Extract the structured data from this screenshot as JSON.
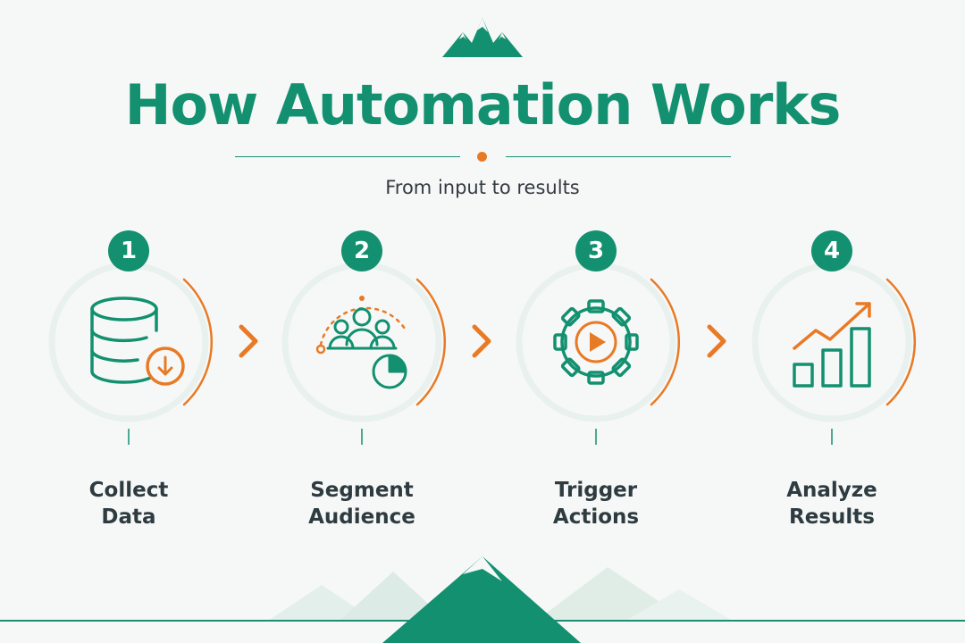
{
  "header": {
    "logo_icon": "mountain-logo-icon",
    "title": "How Automation Works",
    "subtitle": "From input to results"
  },
  "colors": {
    "primary": "#12906f",
    "accent": "#e97a25",
    "text": "#2e3b40",
    "background": "#f6f8f7"
  },
  "steps": [
    {
      "number": "1",
      "label_line1": "Collect",
      "label_line2": "Data",
      "icon": "database-download-icon"
    },
    {
      "number": "2",
      "label_line1": "Segment",
      "label_line2": "Audience",
      "icon": "audience-segment-icon"
    },
    {
      "number": "3",
      "label_line1": "Trigger",
      "label_line2": "Actions",
      "icon": "gear-play-icon"
    },
    {
      "number": "4",
      "label_line1": "Analyze",
      "label_line2": "Results",
      "icon": "bar-chart-trend-icon"
    }
  ],
  "connectors": {
    "icon": "chevron-right-icon"
  },
  "footer": {
    "decoration_icon": "mountain-range-icon"
  }
}
